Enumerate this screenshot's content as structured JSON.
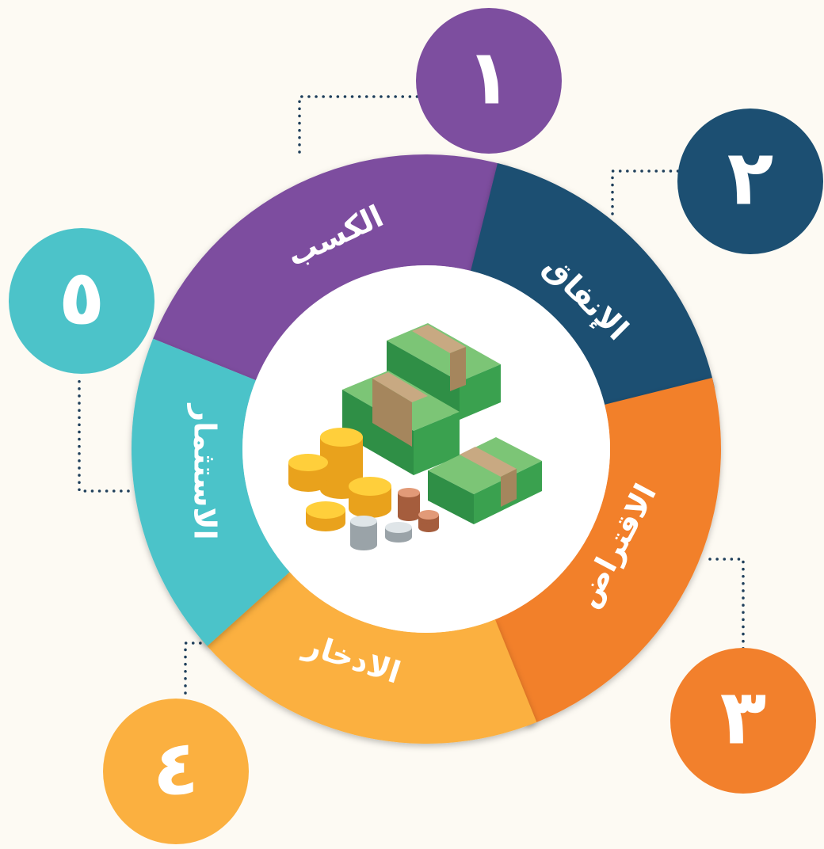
{
  "steps": [
    {
      "number": "١",
      "label": "الكسب",
      "color": "#7d4e9f"
    },
    {
      "number": "٢",
      "label": "الإنفاق",
      "color": "#1c4f72"
    },
    {
      "number": "٣",
      "label": "الاقتراض",
      "color": "#f2802c"
    },
    {
      "number": "٤",
      "label": "الادخار",
      "color": "#fbb040"
    },
    {
      "number": "٥",
      "label": "الاستثمار",
      "color": "#4cc3c9"
    }
  ],
  "center_icon": "money-stack-and-coins-icon"
}
